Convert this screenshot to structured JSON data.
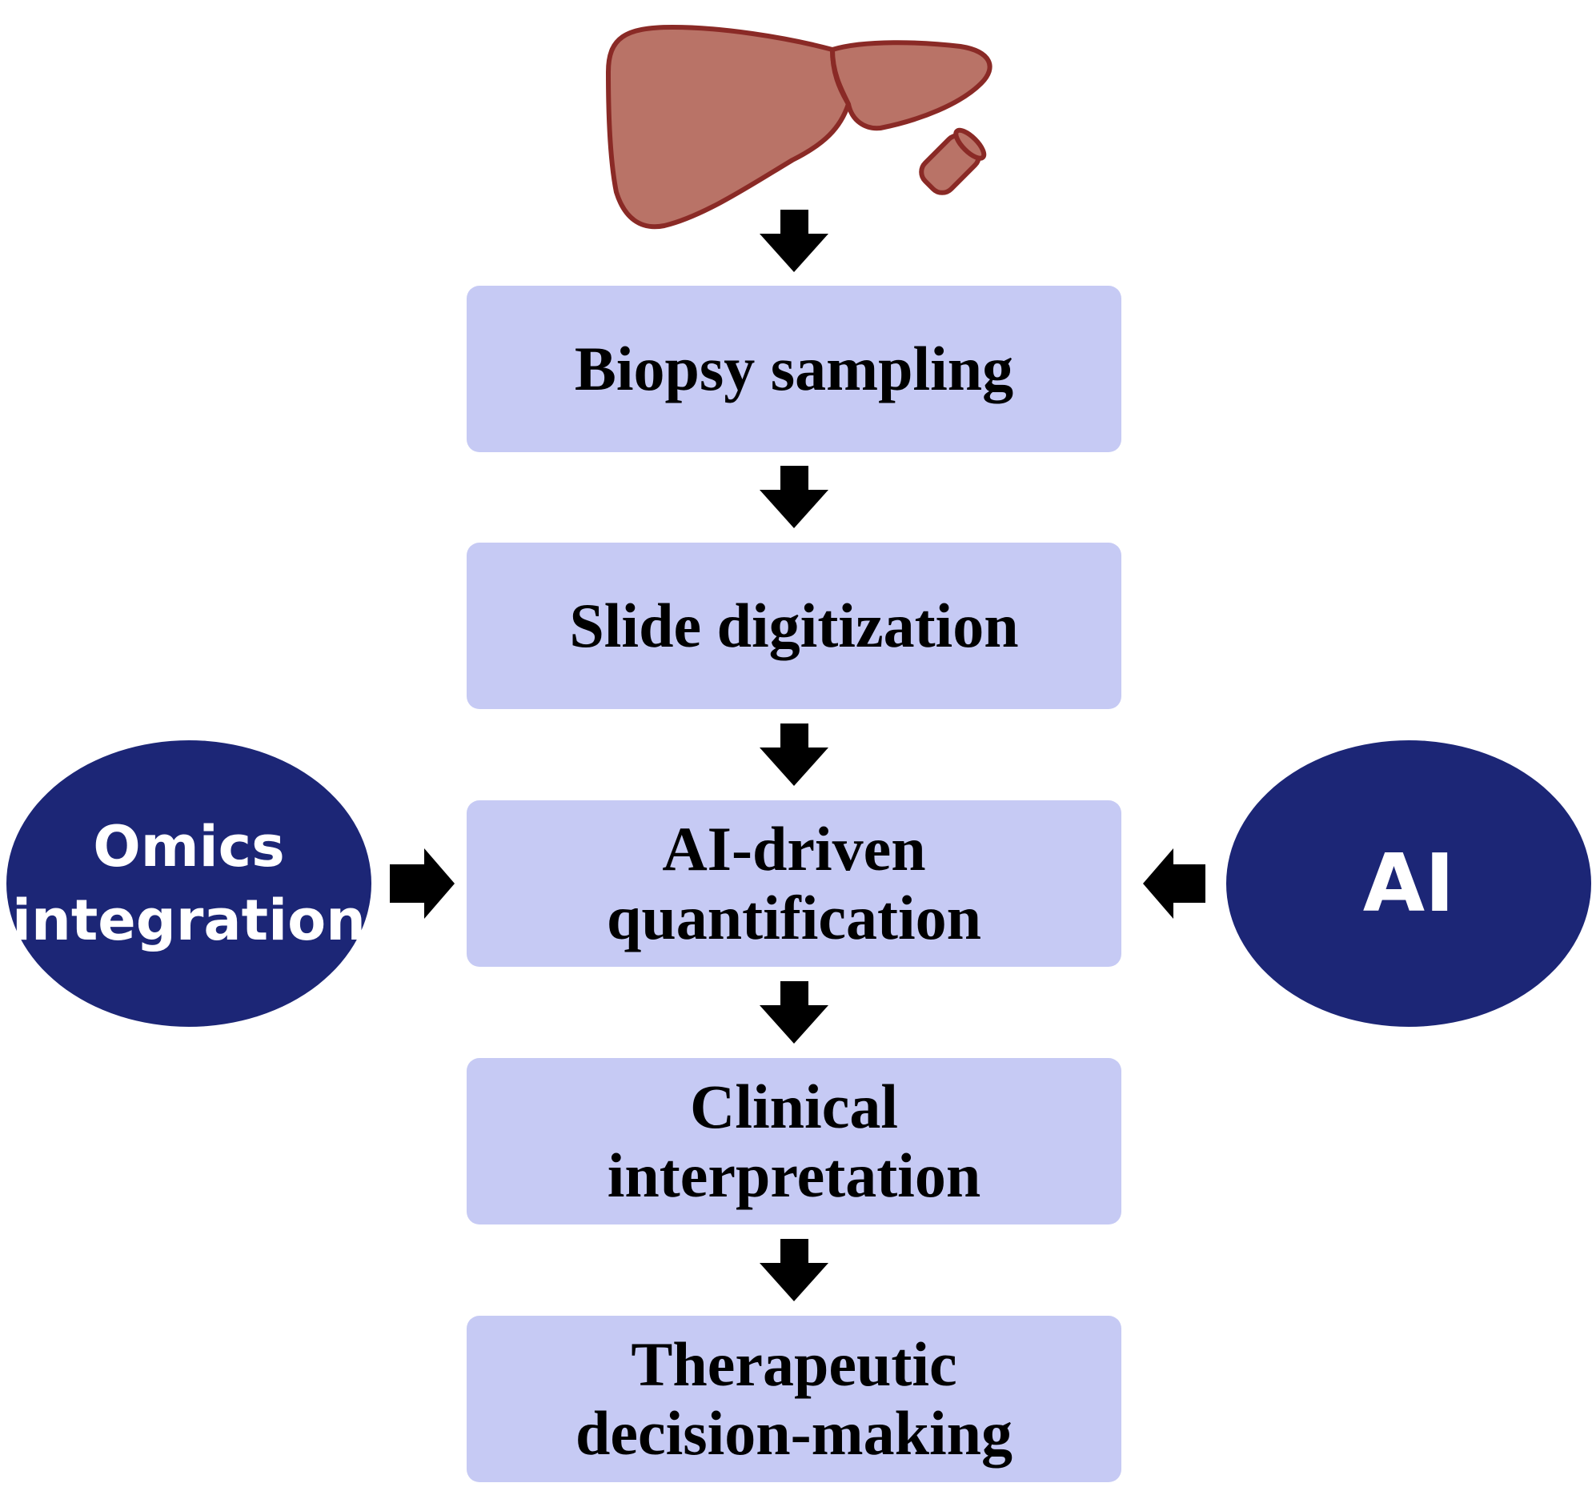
{
  "colors": {
    "step_fill": "#c6caf4",
    "oval_fill": "#1c2676",
    "liver_fill": "#b97367",
    "liver_stroke": "#8a2a26",
    "arrow": "#000000"
  },
  "icons": {
    "organ": "liver-icon",
    "sample": "biopsy-core-icon",
    "connector": "arrow-icon"
  },
  "steps": [
    {
      "lines": [
        "Biopsy sampling"
      ]
    },
    {
      "lines": [
        "Slide digitization"
      ]
    },
    {
      "lines": [
        "AI-driven",
        "quantification"
      ]
    },
    {
      "lines": [
        "Clinical",
        "interpretation"
      ]
    },
    {
      "lines": [
        "Therapeutic",
        "decision-making"
      ]
    }
  ],
  "inputs": {
    "left": {
      "lines": [
        "Omics",
        "integration"
      ]
    },
    "right": {
      "lines": [
        "AI"
      ]
    }
  }
}
